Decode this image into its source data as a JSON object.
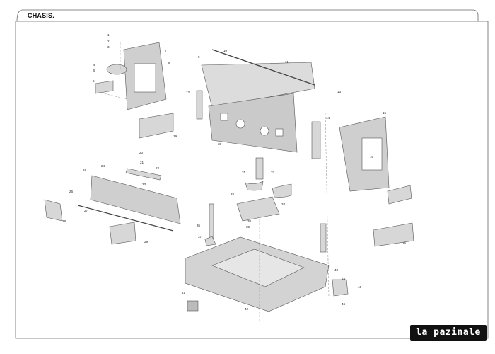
{
  "header": {
    "title": "CHASIS."
  },
  "logo": {
    "text": "la pazinale"
  },
  "callouts": [
    "1",
    "2",
    "3",
    "4",
    "5",
    "6",
    "7",
    "8",
    "9",
    "10",
    "11",
    "12",
    "13",
    "14",
    "15",
    "16",
    "19",
    "20",
    "21",
    "22",
    "23",
    "24",
    "25",
    "26",
    "27",
    "28",
    "29",
    "30",
    "31",
    "32",
    "33",
    "34",
    "35",
    "36",
    "37",
    "38",
    "39",
    "40",
    "41",
    "42",
    "44",
    "45",
    "46"
  ]
}
